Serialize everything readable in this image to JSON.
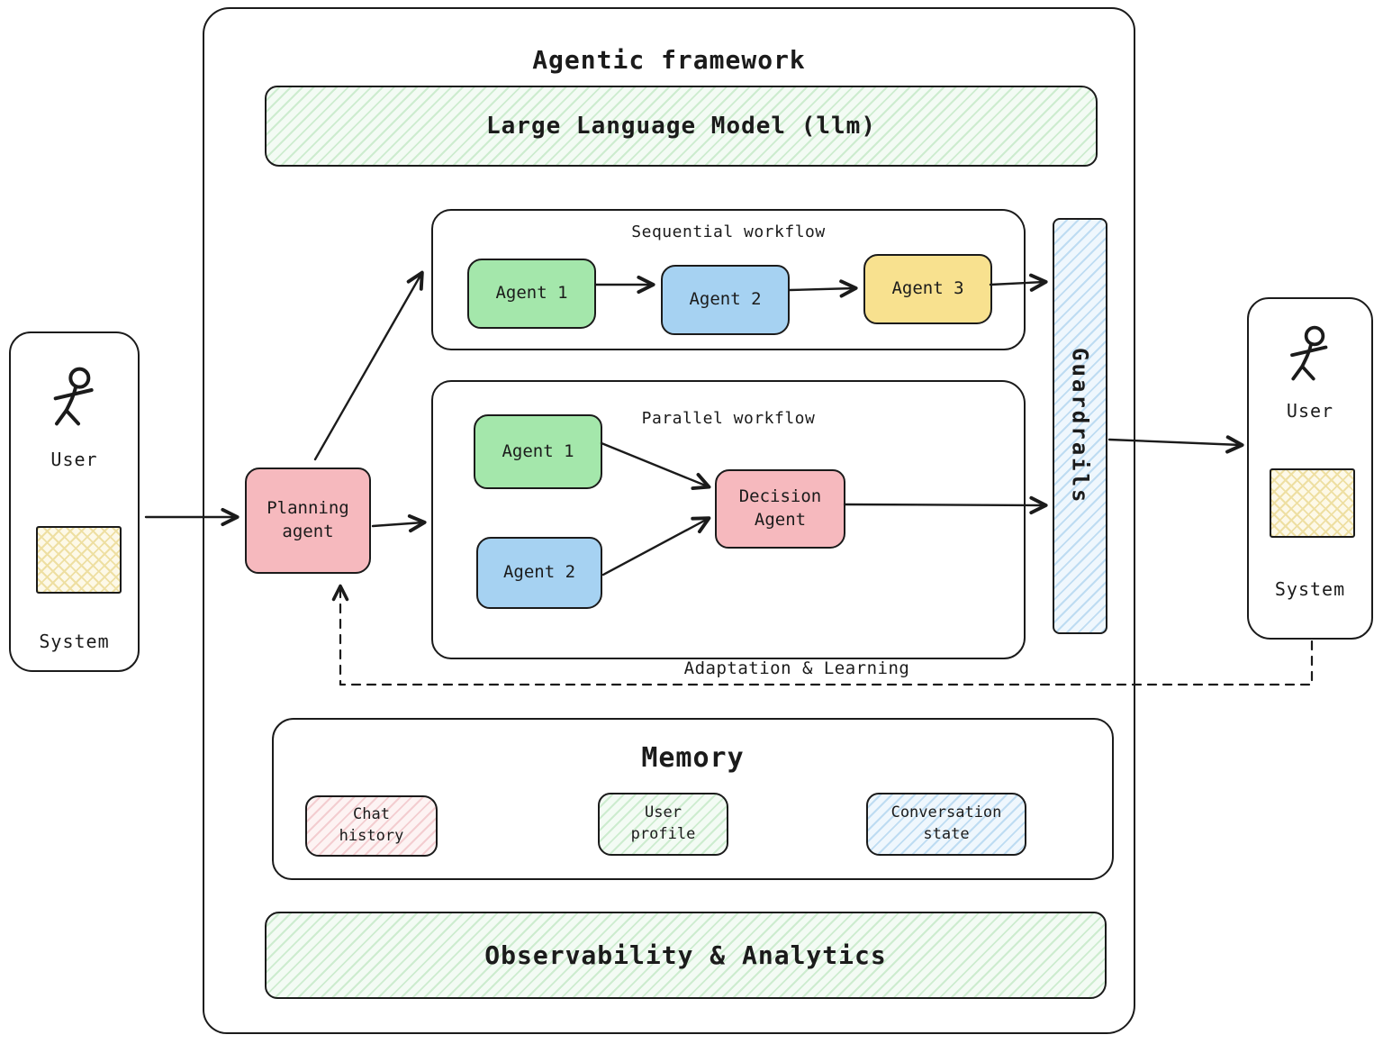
{
  "framework": {
    "title": "Agentic framework",
    "llm_label": "Large Language Model (llm)"
  },
  "sequential": {
    "title": "Sequential workflow",
    "agents": [
      {
        "label": "Agent 1"
      },
      {
        "label": "Agent 2"
      },
      {
        "label": "Agent 3"
      }
    ]
  },
  "parallel": {
    "title": "Parallel workflow",
    "agents": [
      {
        "label": "Agent 1"
      },
      {
        "label": "Agent 2"
      }
    ],
    "decision_label": "Decision\nAgent"
  },
  "planning": {
    "label": "Planning\nagent"
  },
  "guardrails": {
    "label": "Guardrails"
  },
  "actors": {
    "left": {
      "user": "User",
      "system": "System"
    },
    "right": {
      "user": "User",
      "system": "System"
    }
  },
  "adaptation": {
    "label": "Adaptation & Learning"
  },
  "memory": {
    "title": "Memory",
    "items": [
      {
        "label": "Chat\nhistory"
      },
      {
        "label": "User\nprofile"
      },
      {
        "label": "Conversation\nstate"
      }
    ]
  },
  "observability": {
    "label": "Observability & Analytics"
  },
  "colors": {
    "ink": "#1b1b1b",
    "node-green": "#a4e7ab",
    "node-blue": "#a6d2f2",
    "node-yellow": "#f8e18f",
    "node-pink": "#f6b9be",
    "hatch-green-bg": "#f3fbf4",
    "hatch-green-line": "#cdeccf",
    "hatch-blue-bg": "#eff7fd",
    "hatch-blue-line": "#bedcf2",
    "hatch-pink-bg": "#fdf3f3",
    "hatch-pink-line": "#f3cdd0",
    "hatch-yellow-bg": "#fdf9e8",
    "hatch-yellow-line": "#eedfa2"
  }
}
